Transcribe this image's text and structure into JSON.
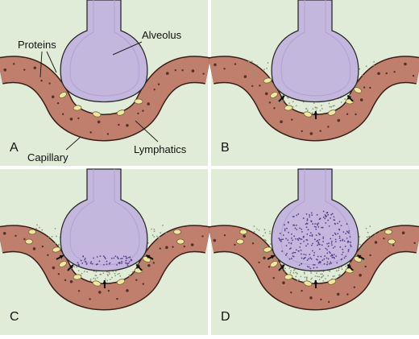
{
  "panels": [
    {
      "letter": "A",
      "stage": 0
    },
    {
      "letter": "B",
      "stage": 1
    },
    {
      "letter": "C",
      "stage": 2
    },
    {
      "letter": "D",
      "stage": 3
    }
  ],
  "labels": {
    "proteins": "Proteins",
    "alveolus": "Alveolus",
    "capillary": "Capillary",
    "lymphatics": "Lymphatics"
  },
  "colors": {
    "panel_bg": "#e0ecd8",
    "alveolus_fill": "#c3b7dd",
    "alveolus_wall": "#b0a3d2",
    "capillary_fill": "#c07f6d",
    "capillary_edge": "#3a1e18",
    "lymphatic_fill": "#f2e6a0",
    "protein_dot": "#8c9a72",
    "outline": "#2a2a2a"
  }
}
